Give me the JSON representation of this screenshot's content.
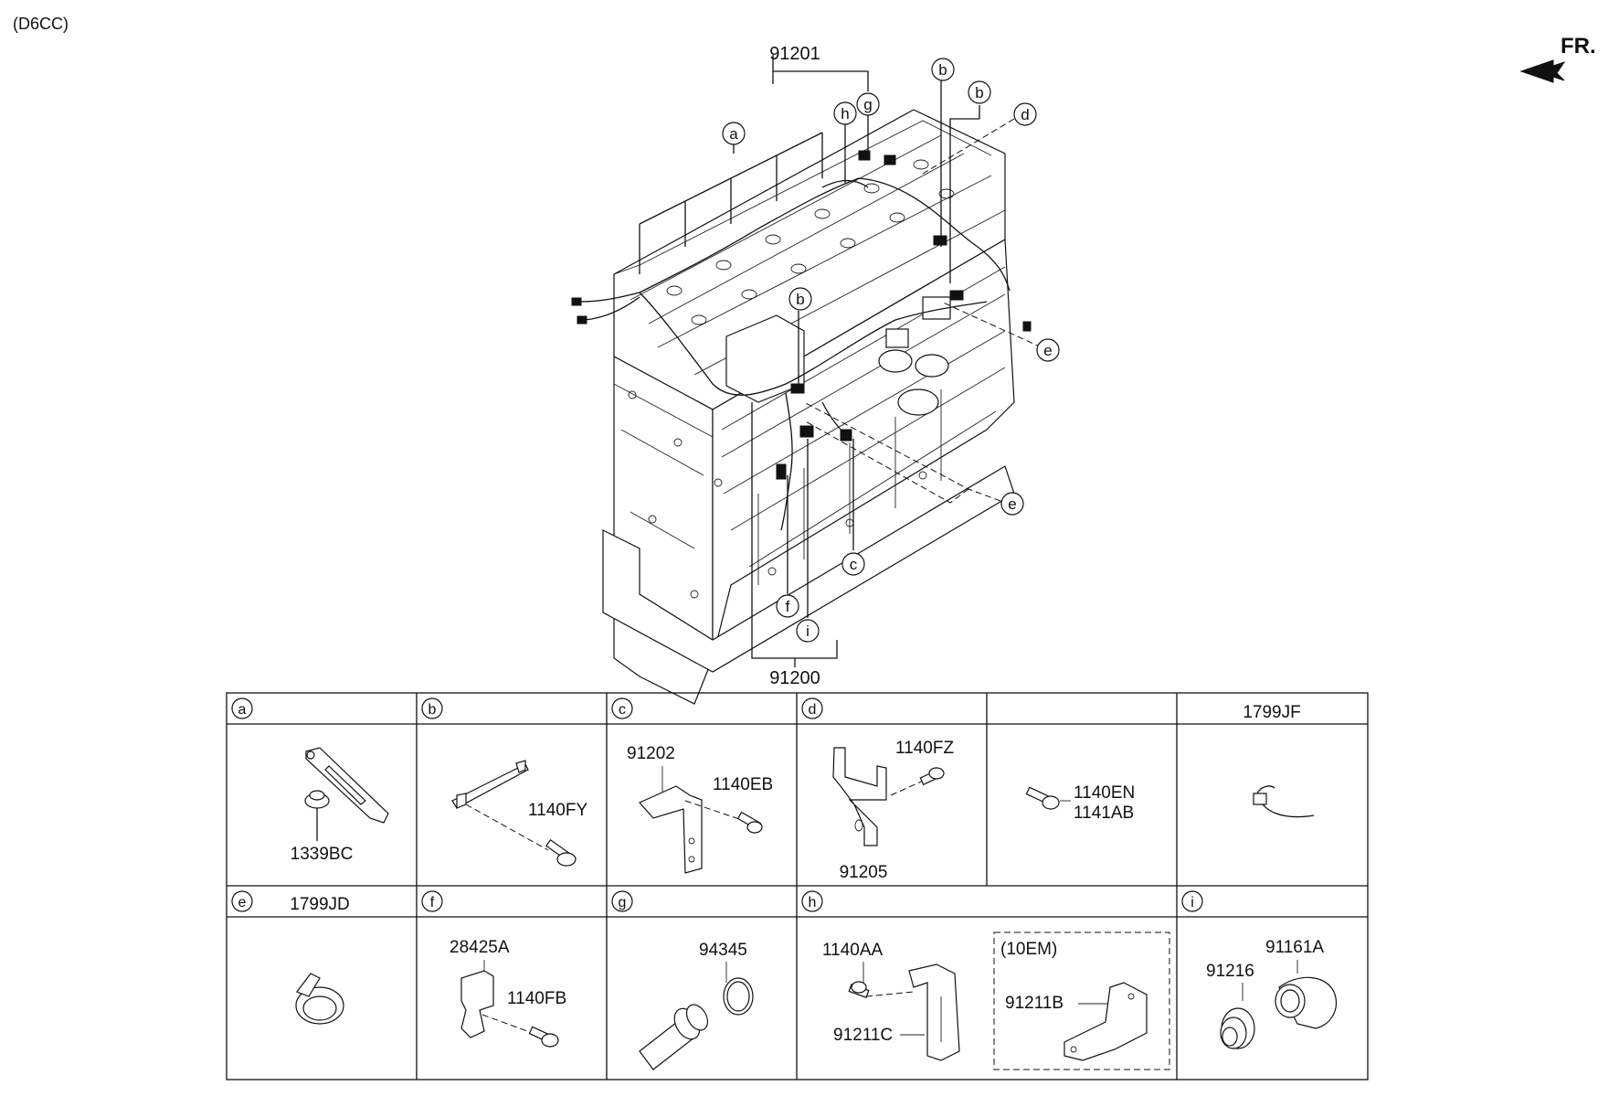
{
  "engine_code": "(D6CC)",
  "front_indicator": "FR.",
  "main_labels": {
    "harness_top": "91201",
    "harness_bottom": "91200"
  },
  "callouts": [
    "a",
    "b",
    "c",
    "d",
    "e",
    "f",
    "g",
    "h",
    "i"
  ],
  "table": {
    "row1": [
      {
        "letter": "a",
        "header_text": "",
        "parts": [
          "1339BC"
        ]
      },
      {
        "letter": "b",
        "header_text": "",
        "parts": [
          "1140FY"
        ]
      },
      {
        "letter": "c",
        "header_text": "",
        "parts": [
          "91202",
          "1140EB"
        ]
      },
      {
        "letter": "d",
        "header_text": "",
        "parts": [
          "1140FZ",
          "91205"
        ]
      },
      {
        "letter": "",
        "header_text": "",
        "parts": [
          "1140EN",
          "1141AB"
        ]
      },
      {
        "letter": "",
        "header_text": "1799JF",
        "parts": []
      }
    ],
    "row2": [
      {
        "letter": "e",
        "header_text": "1799JD",
        "parts": []
      },
      {
        "letter": "f",
        "header_text": "",
        "parts": [
          "28425A",
          "1140FB"
        ]
      },
      {
        "letter": "g",
        "header_text": "",
        "parts": [
          "94345"
        ]
      },
      {
        "letter": "h",
        "header_text": "",
        "parts": [
          "1140AA",
          "91211C"
        ],
        "variant": {
          "label": "(10EM)",
          "part": "91211B"
        }
      },
      {
        "letter": "i",
        "header_text": "",
        "parts": [
          "91216",
          "91161A"
        ]
      }
    ]
  }
}
